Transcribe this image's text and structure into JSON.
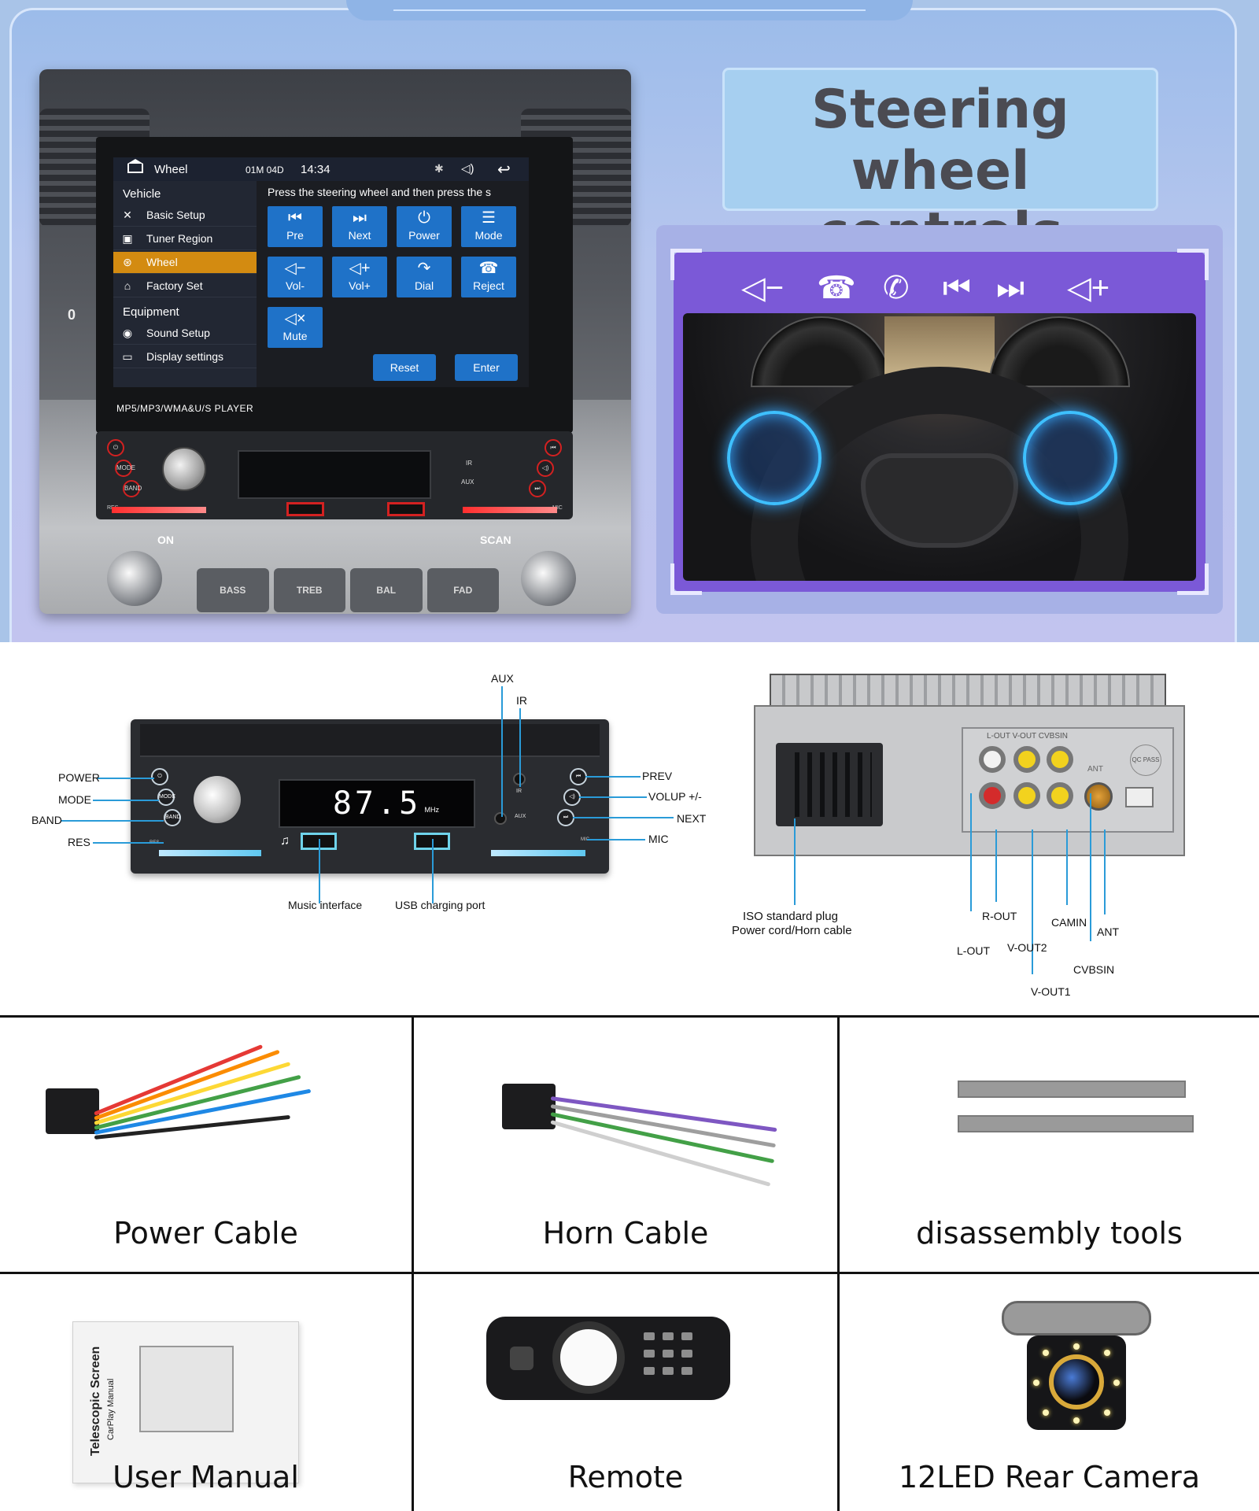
{
  "banner": {
    "title_line1": "Steering wheel",
    "title_line2": "controls",
    "colors": {
      "accent_purple": "#7b59d7",
      "button_blue": "#1f72c8",
      "active_orange": "#d38b11"
    }
  },
  "screen": {
    "status": {
      "title": "Wheel",
      "date": "01M 04D",
      "time": "14:34",
      "icons": [
        "home-icon",
        "bluetooth-icon",
        "volume-icon",
        "back-icon"
      ]
    },
    "menu": {
      "section1": "Vehicle",
      "items1": [
        {
          "label": "Basic Setup",
          "icon": "tools-icon"
        },
        {
          "label": "Tuner Region",
          "icon": "radio-icon"
        },
        {
          "label": "Wheel",
          "icon": "steering-wheel-icon",
          "active": true
        },
        {
          "label": "Factory Set",
          "icon": "factory-icon"
        }
      ],
      "section2": "Equipment",
      "items2": [
        {
          "label": "Sound Setup",
          "icon": "sound-icon"
        },
        {
          "label": "Display settings",
          "icon": "display-icon"
        }
      ]
    },
    "prompt": "Press the steering wheel and then press the s",
    "keys": [
      {
        "label": "Pre",
        "icon": "previous-icon",
        "glyph": "⏮"
      },
      {
        "label": "Next",
        "icon": "next-icon",
        "glyph": "⏭"
      },
      {
        "label": "Power",
        "icon": "power-icon",
        "glyph": "⏻"
      },
      {
        "label": "Mode",
        "icon": "mode-icon",
        "glyph": "☰"
      },
      {
        "label": "Vol-",
        "icon": "volume-down-icon",
        "glyph": "◁−"
      },
      {
        "label": "Vol+",
        "icon": "volume-up-icon",
        "glyph": "◁+"
      },
      {
        "label": "Dial",
        "icon": "dial-icon",
        "glyph": "↷"
      },
      {
        "label": "Reject",
        "icon": "reject-icon",
        "glyph": "☎"
      },
      {
        "label": "Mute",
        "icon": "mute-icon",
        "glyph": "◁×"
      }
    ],
    "reset_label": "Reset",
    "enter_label": "Enter",
    "player_label": "MP5/MP3/WMA&U/S PLAYER"
  },
  "faceplate": {
    "buttons_left": [
      "⏻",
      "MODE",
      "BAND"
    ],
    "buttons_right": [
      "⏮",
      "◁)",
      "⏭"
    ],
    "aux": "AUX",
    "ir": "IR",
    "res": "RES",
    "mic": "MIC"
  },
  "dash": {
    "buttons": [
      "BASS",
      "TREB",
      "BAL",
      "FAD"
    ],
    "left_label": "ON",
    "right_label": "SCAN",
    "left_num": "0"
  },
  "steering_icons": [
    {
      "name": "volume-down-icon",
      "glyph": "◁−"
    },
    {
      "name": "hang-up-icon",
      "glyph": "☎"
    },
    {
      "name": "phone-icon",
      "glyph": "✆"
    },
    {
      "name": "previous-icon",
      "glyph": "⏮"
    },
    {
      "name": "next-icon",
      "glyph": "⏭"
    },
    {
      "name": "volume-up-icon",
      "glyph": "◁+"
    }
  ],
  "front_diagram": {
    "frequency": "87.5",
    "mhz": "MHz",
    "labels": {
      "aux": "AUX",
      "ir": "IR",
      "power": "POWER",
      "mode": "MODE",
      "band": "BAND",
      "res": "RES",
      "prev": "PREV",
      "volup": "VOLUP +/-",
      "next": "NEXT",
      "mic": "MIC",
      "music": "Music interface",
      "usb": "USB charging port"
    },
    "buttons": {
      "power": "⏻",
      "mode": "MODE",
      "band": "BAND",
      "prev": "⏮",
      "vol": "◁)",
      "next": "⏭",
      "res": "RES",
      "mic": "MIC",
      "aux": "AUX",
      "ir": "IR"
    }
  },
  "rear_diagram": {
    "iso_line1": "ISO standard plug",
    "iso_line2": "Power cord/Horn cable",
    "r_out": "R-OUT",
    "l_out": "L-OUT",
    "v_out2": "V-OUT2",
    "v_out1": "V-OUT1",
    "camin": "CAMIN",
    "cvbsin": "CVBSIN",
    "ant": "ANT",
    "panel_text": "L-OUT V-OUT CVBSIN",
    "qc_text": "QC PASS",
    "ant_text": "ANT"
  },
  "accessories": [
    {
      "label": "Power Cable"
    },
    {
      "label": "Horn Cable"
    },
    {
      "label": "disassembly tools"
    },
    {
      "label": "User Manual"
    },
    {
      "label": "Remote"
    },
    {
      "label": "12LED Rear Camera"
    }
  ],
  "manual_cover": {
    "title": "Telescopic Screen",
    "subtitle": "CarPlay Manual"
  }
}
